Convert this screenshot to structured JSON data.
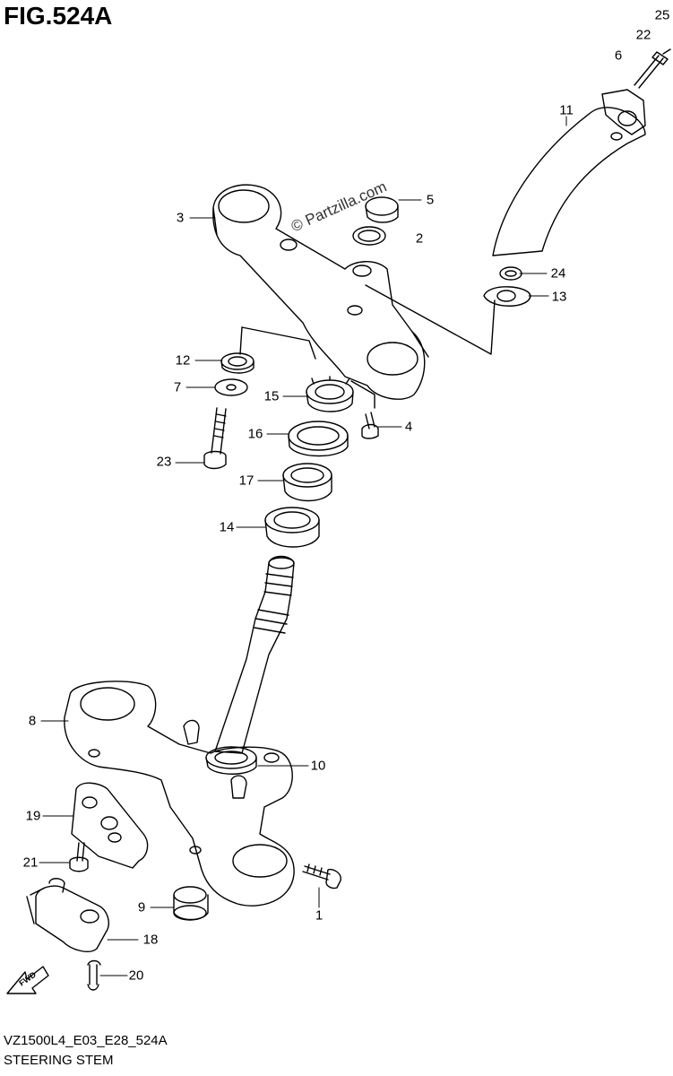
{
  "figure_title": "FIG.524A",
  "watermark": "© Partzilla.com",
  "footer": {
    "code": "VZ1500L4_E03_E28_524A",
    "title": "STEERING STEM"
  },
  "fwd_label": "FWD",
  "callouts": {
    "c1": "1",
    "c2": "2",
    "c3": "3",
    "c4": "4",
    "c5": "5",
    "c6": "6",
    "c7": "7",
    "c8": "8",
    "c9": "9",
    "c10": "10",
    "c11": "11",
    "c12": "12",
    "c13": "13",
    "c14": "14",
    "c15": "15",
    "c16": "16",
    "c17": "17",
    "c18": "18",
    "c19": "19",
    "c20": "20",
    "c21": "21",
    "c22": "22",
    "c23": "23",
    "c24": "24",
    "c25": "25"
  }
}
